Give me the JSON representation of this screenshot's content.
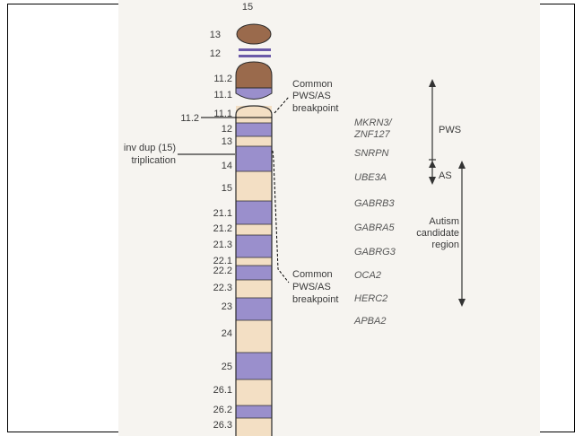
{
  "colors": {
    "light": "#f3dfc4",
    "purple": "#9a8fcc",
    "brown": "#9a6a4c",
    "outline": "#2a2a2a"
  },
  "bands_short_arm": [
    {
      "label": "15",
      "type": "brown"
    },
    {
      "label": "13",
      "type": "brown"
    },
    {
      "label": "12",
      "type": "stripes"
    },
    {
      "label": "11.2",
      "type": "brown"
    },
    {
      "label": "11.1",
      "type": "purple"
    }
  ],
  "bands": [
    {
      "label": "11.1",
      "type": "light"
    },
    {
      "label": "12",
      "type": "purple"
    },
    {
      "label": "13",
      "type": "light"
    },
    {
      "label": "14",
      "type": "purple"
    },
    {
      "label": "15",
      "type": "light"
    },
    {
      "label": "21.1",
      "type": "purple"
    },
    {
      "label": "21.2",
      "type": "light"
    },
    {
      "label": "21.3",
      "type": "purple"
    },
    {
      "label": "22.1",
      "type": "light"
    },
    {
      "label": "22.2",
      "type": "purple"
    },
    {
      "label": "22.3",
      "type": "light"
    },
    {
      "label": "23",
      "type": "purple"
    },
    {
      "label": "24",
      "type": "light"
    },
    {
      "label": "25",
      "type": "purple"
    },
    {
      "label": "26.1",
      "type": "light"
    },
    {
      "label": "26.2",
      "type": "purple"
    },
    {
      "label": "26.3",
      "type": "light"
    }
  ],
  "left_label": "11.2",
  "inv_dup": [
    "inv dup (15)",
    "triplication"
  ],
  "breakpoint_top": [
    "Common",
    "PWS/AS",
    "breakpoint"
  ],
  "breakpoint_bottom": [
    "Common",
    "PWS/AS",
    "breakpoint"
  ],
  "genes": [
    [
      "MKRN3/",
      "ZNF127"
    ],
    [
      "SNRPN"
    ],
    [
      "UBE3A"
    ],
    [
      "GABRB3"
    ],
    [
      "GABRA5"
    ],
    [
      "GABRG3"
    ],
    [
      "OCA2"
    ],
    [
      "HERC2"
    ],
    [
      "APBA2"
    ]
  ],
  "regions": {
    "pws": "PWS",
    "as": "AS",
    "autism": [
      "Autism",
      "candidate",
      "region"
    ]
  }
}
